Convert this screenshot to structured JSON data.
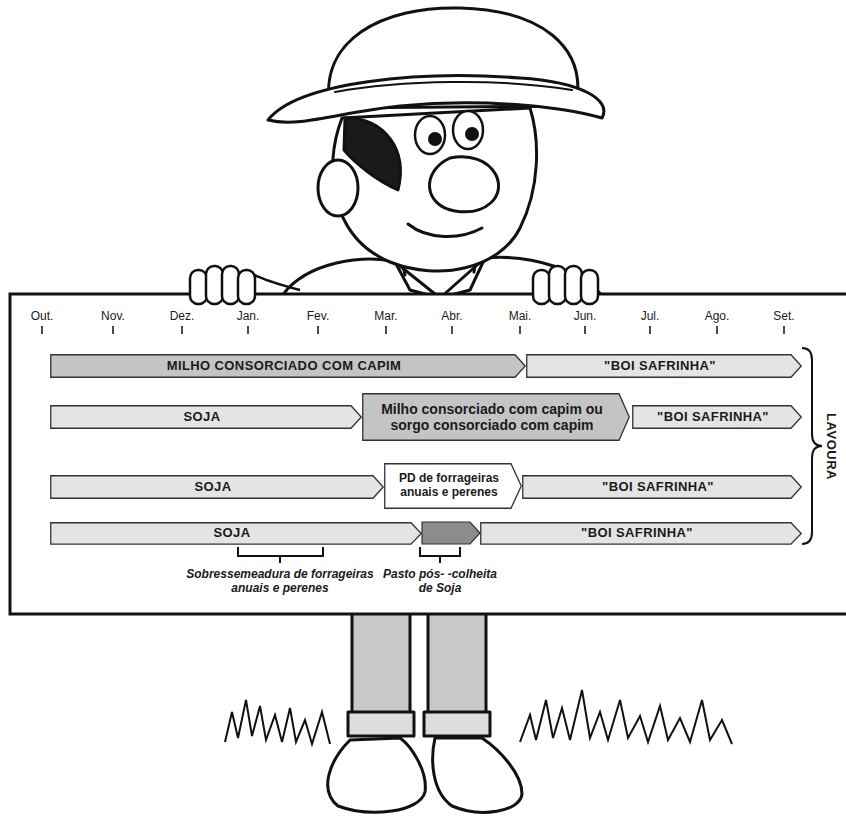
{
  "diagram": {
    "nodes": [
      {
        "text": [
          "MILHO CONSORCIADO COM CAPIM"
        ]
      },
      {
        "text": [
          "\"BOI SAFRINHA\""
        ]
      },
      {
        "text": [
          "SOJA"
        ]
      },
      {
        "text": [
          "Milho consorciado com capim ou sorgo consorciado com capim"
        ]
      },
      {
        "text": [
          "\"BOI SAFRINHA\""
        ]
      },
      {
        "text": [
          "SOJA"
        ]
      },
      {
        "text": [
          "PD de forrageiras anuais e perenes"
        ]
      },
      {
        "text": [
          "\"BOI SAFRINHA\""
        ]
      },
      {
        "text": [
          "SOJA"
        ]
      },
      {
        "text": [
          "\"BOI SAFRINHA\""
        ]
      }
    ],
    "labels": [
      "Out.",
      "Nov.",
      "Dez.",
      "Jan.",
      "Fev.",
      "Mar.",
      "Abr.",
      "Mai.",
      "Jun.",
      "Jul.",
      "Ago.",
      "Set.",
      "LAVOURA",
      "Sobressemeadura de forrageiras anuais e perenes",
      "Pasto pós- -colheita de Soja"
    ]
  }
}
